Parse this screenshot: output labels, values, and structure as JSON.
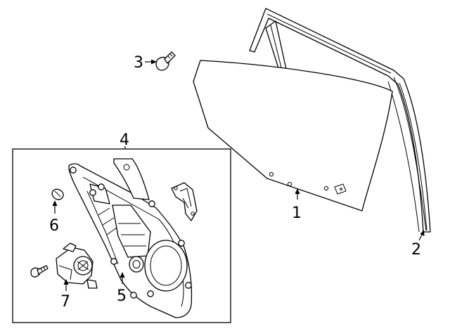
{
  "diagram": {
    "callouts": [
      {
        "id": "1",
        "label": "1"
      },
      {
        "id": "2",
        "label": "2"
      },
      {
        "id": "3",
        "label": "3"
      },
      {
        "id": "4",
        "label": "4"
      },
      {
        "id": "5",
        "label": "5"
      },
      {
        "id": "6",
        "label": "6"
      },
      {
        "id": "7",
        "label": "7"
      }
    ],
    "parts": [
      {
        "callout": "1",
        "icon": "door-glass-icon"
      },
      {
        "callout": "2",
        "icon": "glass-run-channel-icon"
      },
      {
        "callout": "3",
        "icon": "bolt-icon"
      },
      {
        "callout": "4",
        "icon": "regulator-assembly-box"
      },
      {
        "callout": "5",
        "icon": "window-regulator-icon"
      },
      {
        "callout": "6",
        "icon": "clip-icon"
      },
      {
        "callout": "7",
        "icon": "regulator-motor-icon"
      }
    ]
  }
}
